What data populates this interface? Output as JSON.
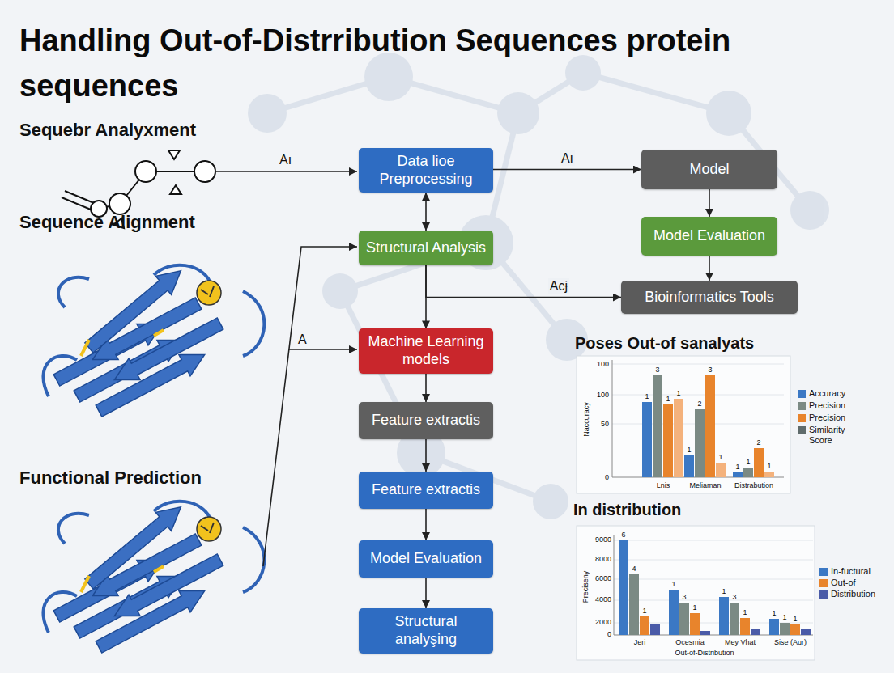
{
  "diagram": {
    "title": "Handling Out-of-Distrribution Sequences protein sequences",
    "nodes": [
      {
        "text": [
          "Data lioe Preprocessing"
        ]
      },
      {
        "text": [
          "Model"
        ]
      },
      {
        "text": [
          "Structural Analysis"
        ]
      },
      {
        "text": [
          "Model Evaluation"
        ]
      },
      {
        "text": [
          "Bioinformatics Tools"
        ]
      },
      {
        "text": [
          "Machine Learning models"
        ]
      },
      {
        "text": [
          "Feature extractis"
        ]
      },
      {
        "text": [
          "Feature extractis"
        ]
      },
      {
        "text": [
          "Model Evaluation"
        ]
      },
      {
        "text": [
          "Structural analyşing"
        ]
      }
    ],
    "edges": [
      {
        "from": 0,
        "to": 1,
        "arrow": "to",
        "label": "Aı"
      },
      {
        "from": 0,
        "to": 2,
        "arrow": "both"
      },
      {
        "from": 1,
        "to": 3,
        "arrow": "to"
      },
      {
        "from": 3,
        "to": 4,
        "arrow": "to"
      },
      {
        "from": 2,
        "to": 5,
        "arrow": "to"
      },
      {
        "from": 2,
        "to": 4,
        "arrow": "to",
        "label": "Acɉ"
      },
      {
        "from": 5,
        "to": 6,
        "arrow": "to"
      },
      {
        "from": 6,
        "to": 7,
        "arrow": "to"
      },
      {
        "from": 7,
        "to": 8,
        "arrow": "to"
      },
      {
        "from": 8,
        "to": 9,
        "arrow": "to"
      }
    ],
    "labels": [
      "Sequebr Analyxment",
      "Aı",
      "Sequence Alignment",
      "A",
      "Functional Prediction",
      "Poses Out-of sanalyats",
      "Naccuracy",
      "100",
      "100",
      "50",
      "0",
      "1",
      "3",
      "1",
      "1",
      "1",
      "2",
      "3",
      "1",
      "1",
      "1",
      "2",
      "1",
      "Lnis",
      "Meliaman",
      "Distrabution",
      "In distribution",
      "Preciseny",
      "9000",
      "8000",
      "6000",
      "4000",
      "2000",
      "0",
      "6",
      "4",
      "1",
      "1",
      "3",
      "1",
      "1",
      "3",
      "1",
      "1",
      "1",
      "1",
      "Jeri",
      "Ocesmia",
      "Mey Vhat",
      "Sise (Aur)",
      "Out-of-Distribution"
    ],
    "legend": [
      {
        "text": "Accuracy",
        "color": "#3b78c4"
      },
      {
        "text": "Precision",
        "color": "#7b8a84"
      },
      {
        "text": "Precision",
        "color": "#e8842c"
      },
      {
        "text": "Similarity Score",
        "color": "#5f6b6b"
      },
      {
        "text": "In-fuctural",
        "color": "#3b78c4"
      },
      {
        "text": "Out-of",
        "color": "#e8842c"
      },
      {
        "text": "Distribution",
        "color": "#4a5ba8"
      }
    ]
  }
}
